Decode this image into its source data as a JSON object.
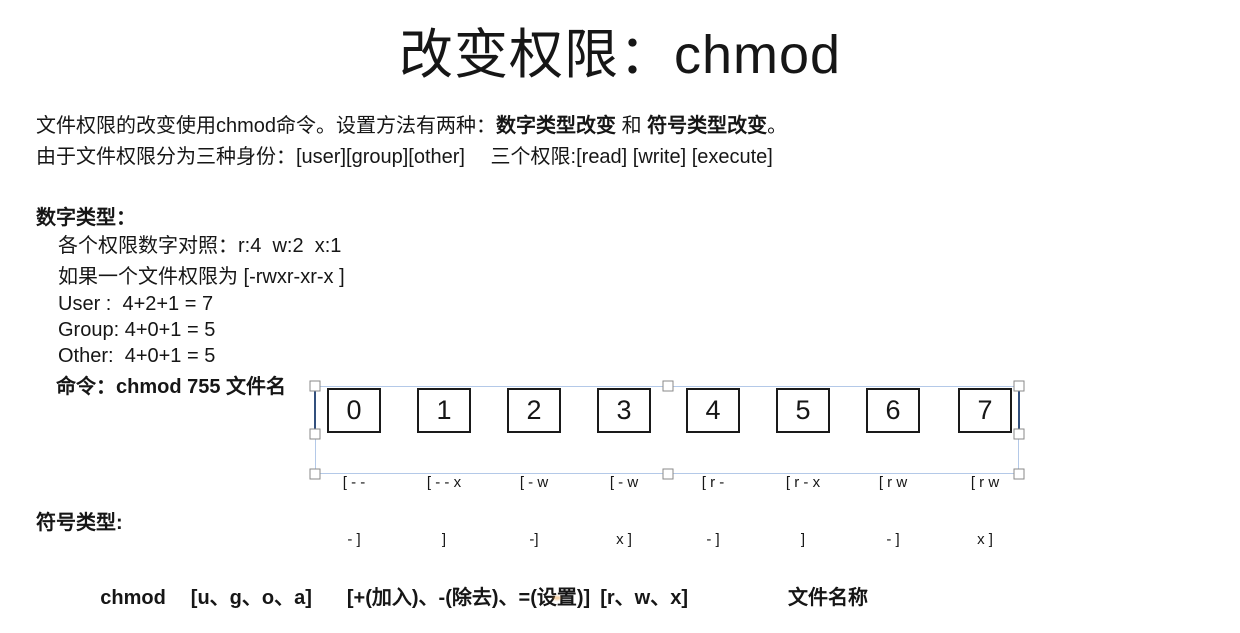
{
  "title": "改变权限：chmod",
  "intro": {
    "line1_pre": "文件权限的改变使用chmod命令。设置方法有两种：",
    "line1_bold1": "数字类型改变",
    "line1_mid": " 和 ",
    "line1_bold2": "符号类型改变",
    "line1_end": "。",
    "line2": "由于文件权限分为三种身份：[user][group][other]　 三个权限:[read] [write] [execute]"
  },
  "numeric": {
    "heading": "数字类型：",
    "lines": [
      "各个权限数字对照：r:4  w:2  x:1",
      "如果一个文件权限为 [-rwxr-xr-x ]",
      "User :  4+2+1 = 7",
      "Group: 4+0+1 = 5",
      "Other:  4+0+1 = 5"
    ],
    "command": "命令：chmod 755 文件名"
  },
  "diagram": {
    "boxes": [
      {
        "digit": "0",
        "line1": "[ - -",
        "line2": "- ]"
      },
      {
        "digit": "1",
        "line1": "[ - - x",
        "line2": "]"
      },
      {
        "digit": "2",
        "line1": "[ - w",
        "line2": "-]"
      },
      {
        "digit": "3",
        "line1": "[ - w",
        "line2": "x ]"
      },
      {
        "digit": "4",
        "line1": "[ r -",
        "line2": "- ]"
      },
      {
        "digit": "5",
        "line1": "[ r - x",
        "line2": "]"
      },
      {
        "digit": "6",
        "line1": "[ r w",
        "line2": "- ]"
      },
      {
        "digit": "7",
        "line1": "[ r w",
        "line2": "x ]"
      }
    ],
    "selection_light_color": "#b4c9e8",
    "selection_dark_color": "#33507d",
    "handle_border_color": "#8a8a8a"
  },
  "symbolic": {
    "heading": "符号类型:",
    "parts": [
      "chmod",
      "[u、g、o、a]",
      "[+(加入)、-(除去)、=(设置)]",
      "[r、w、x]",
      "文件名称"
    ]
  },
  "artifact": {
    "dot_color": "#e8a24e"
  }
}
